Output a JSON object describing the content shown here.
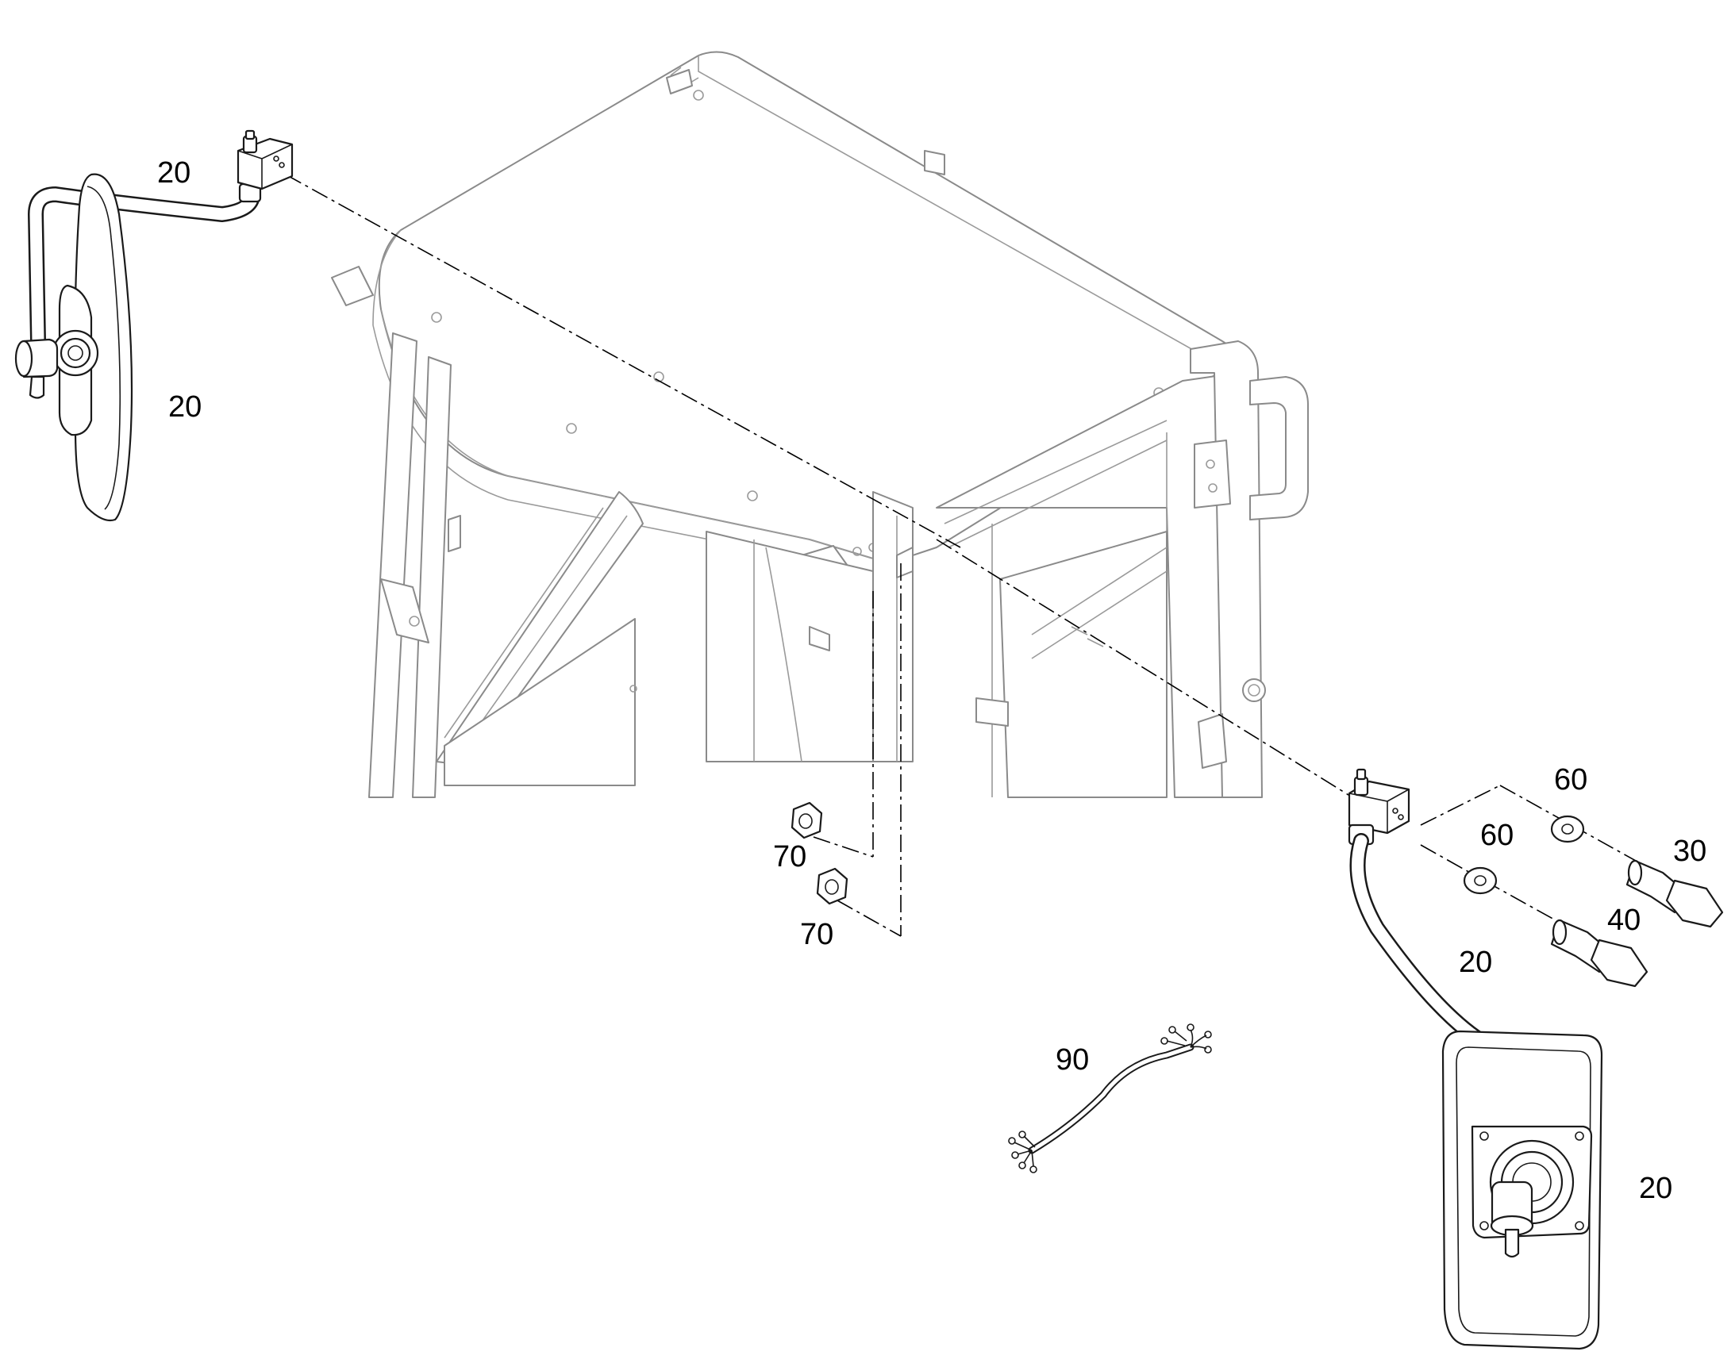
{
  "callouts": {
    "mirror_left_arm": "20",
    "mirror_left_glass": "20",
    "mirror_right_arm": "20",
    "mirror_right_glass": "20",
    "bolt_long": "30",
    "bolt_short": "40",
    "washer_upper": "60",
    "washer_lower": "60",
    "nut_upper": "70",
    "nut_lower": "70",
    "cable_harness": "90"
  },
  "colors": {
    "line": "#1a1a1a",
    "cab_line": "#8a8a8a",
    "background": "#ffffff"
  }
}
